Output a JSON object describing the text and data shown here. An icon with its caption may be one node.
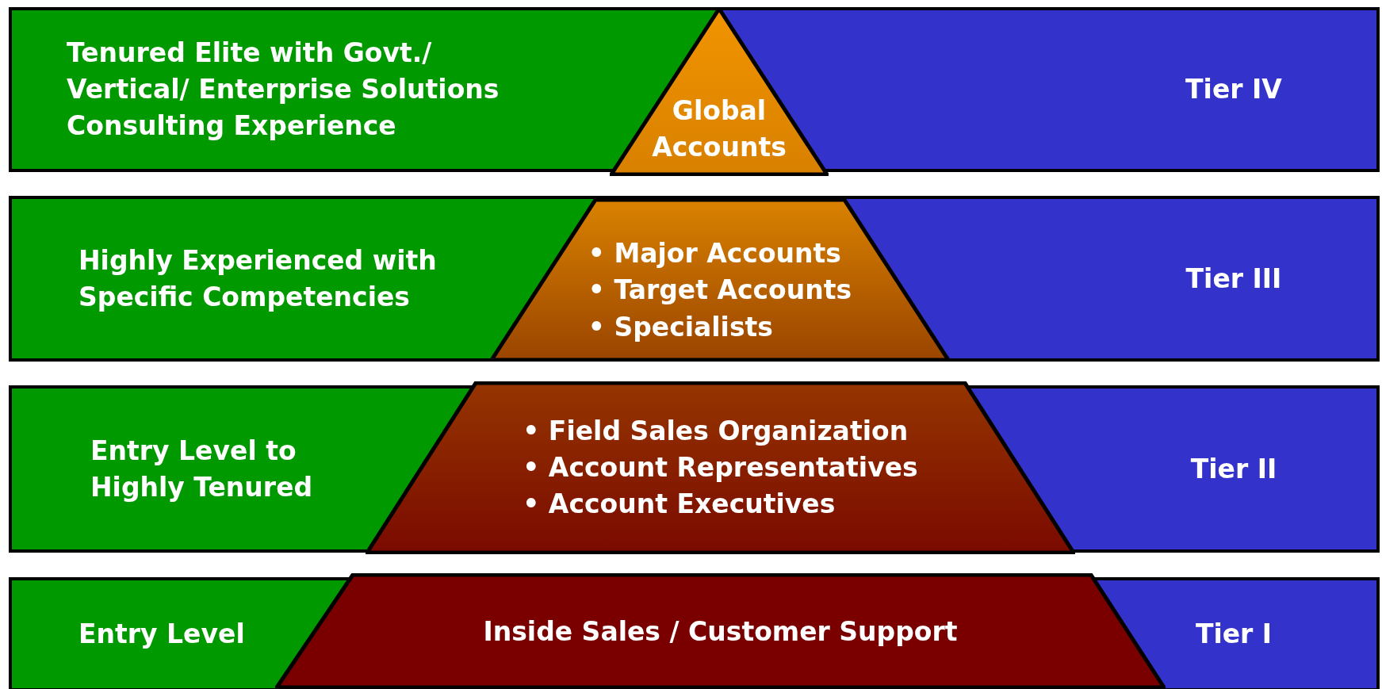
{
  "diagram": {
    "nodes": [
      {
        "text": [
          "Tenured Elite with Govt./ Vertical/ Enterprise Solutions Consulting Experience"
        ]
      },
      {
        "text": [
          "Global Accounts"
        ]
      },
      {
        "text": [
          "Tier IV"
        ]
      },
      {
        "text": [
          "Highly Experienced with Specific Competencies"
        ]
      },
      {
        "text": [
          "• Major Accounts",
          "• Target Accounts",
          "• Specialists"
        ]
      },
      {
        "text": [
          "Tier III"
        ]
      },
      {
        "text": [
          "Entry Level to Highly Tenured"
        ]
      },
      {
        "text": [
          "• Field Sales Organization",
          "• Account Representatives",
          "• Account Executives"
        ]
      },
      {
        "text": [
          "Tier II"
        ]
      },
      {
        "text": [
          "Entry Level"
        ]
      },
      {
        "text": [
          "Inside Sales / Customer Support"
        ]
      },
      {
        "text": [
          "Tier I"
        ]
      }
    ]
  }
}
